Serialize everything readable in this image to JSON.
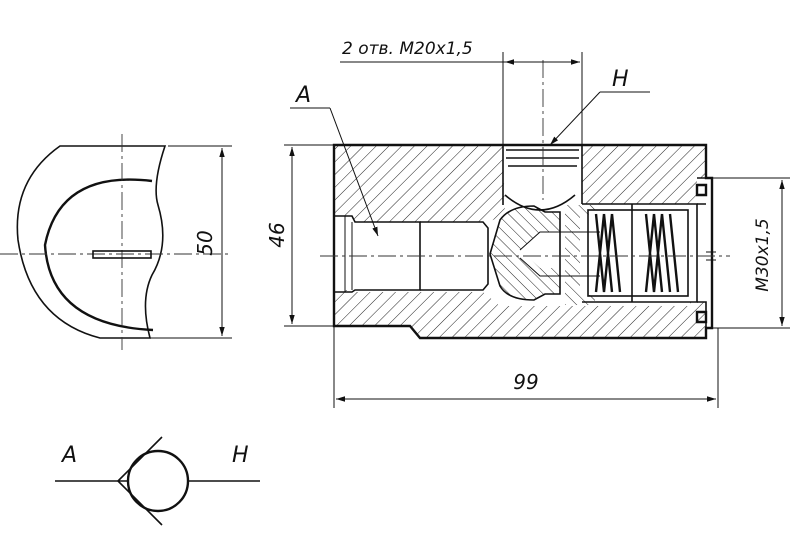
{
  "drawing": {
    "labels": {
      "holes_note": "2 отв. М20х1,5",
      "port_h_top": "Н",
      "port_a_top": "А",
      "dim_height_end": "50",
      "dim_height_body": "46",
      "dim_thread_end": "М30х1,5",
      "dim_length": "99",
      "symbol_a": "А",
      "symbol_h": "Н"
    }
  }
}
